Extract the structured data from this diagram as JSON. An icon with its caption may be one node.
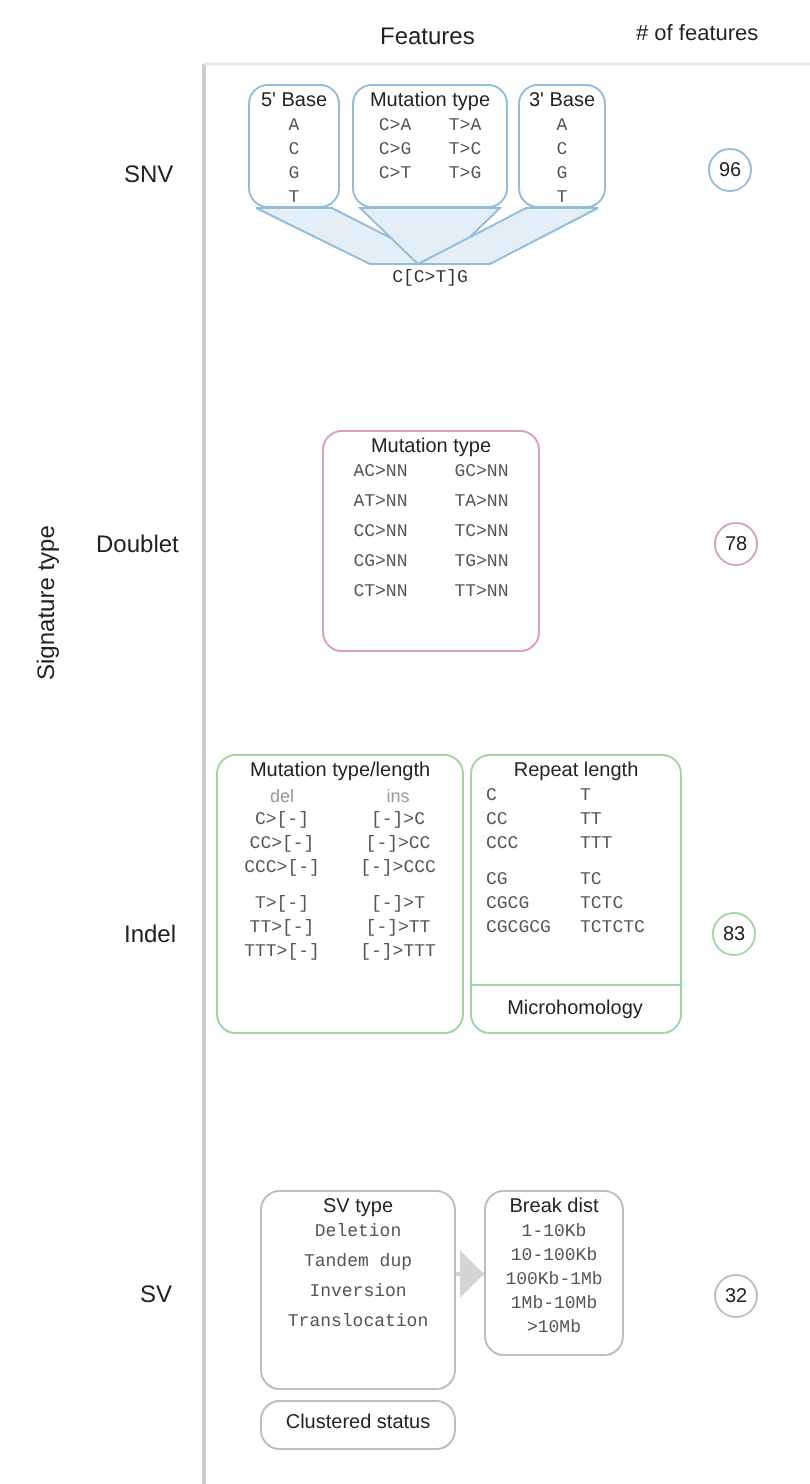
{
  "diagram": {
    "nodes": [
      {
        "text": [
          "5' Base",
          "A",
          "C",
          "G",
          "T"
        ]
      },
      {
        "text": [
          "Mutation type",
          "C>A",
          "T>A",
          "C>G",
          "T>C",
          "C>T",
          "T>G"
        ]
      },
      {
        "text": [
          "3' Base",
          "A",
          "C",
          "G",
          "T"
        ]
      },
      {
        "text": [
          "C[C>T]G"
        ]
      },
      {
        "text": [
          "96"
        ]
      },
      {
        "text": [
          "Mutation type",
          "AC>NN",
          "GC>NN",
          "AT>NN",
          "TA>NN",
          "CC>NN",
          "TC>NN",
          "CG>NN",
          "TG>NN",
          "CT>NN",
          "TT>NN"
        ]
      },
      {
        "text": [
          "78"
        ]
      },
      {
        "text": [
          "Mutation type/length",
          "del",
          "ins",
          "C>[-]",
          "[-]>C",
          "CC>[-]",
          "[-]>CC",
          "CCC>[-]",
          "[-]>CCC",
          "T>[-]",
          "[-]>T",
          "TT>[-]",
          "[-]>TT",
          "TTT>[-]",
          "[-]>TTT"
        ]
      },
      {
        "text": [
          "Repeat length",
          "C",
          "T",
          "CC",
          "TT",
          "CCC",
          "TTT",
          "CG",
          "TC",
          "CGCG",
          "TCTC",
          "CGCGCG",
          "TCTCTC"
        ]
      },
      {
        "text": [
          "Microhomology"
        ],
        "in": 8
      },
      {
        "text": [
          "83"
        ]
      },
      {
        "text": [
          "SV type",
          "Deletion",
          "Tandem dup",
          "Inversion",
          "Translocation"
        ]
      },
      {
        "text": [
          "Break dist",
          "1-10Kb",
          "10-100Kb",
          "100Kb-1Mb",
          "1Mb-10Mb",
          ">10Mb"
        ]
      },
      {
        "text": [
          "Clustered status"
        ]
      },
      {
        "text": [
          "32"
        ]
      }
    ],
    "edges": [
      {
        "from": 0,
        "to": 3,
        "arrow": "none"
      },
      {
        "from": 1,
        "to": 3,
        "arrow": "none"
      },
      {
        "from": 2,
        "to": 3,
        "arrow": "none"
      },
      {
        "from": 11,
        "to": 12,
        "arrow": "to",
        "color": "#d4d4d4"
      }
    ],
    "labels": [
      "Features",
      "# of features",
      "SNV",
      "Doublet",
      "Signature type",
      "Indel",
      "SV"
    ]
  }
}
